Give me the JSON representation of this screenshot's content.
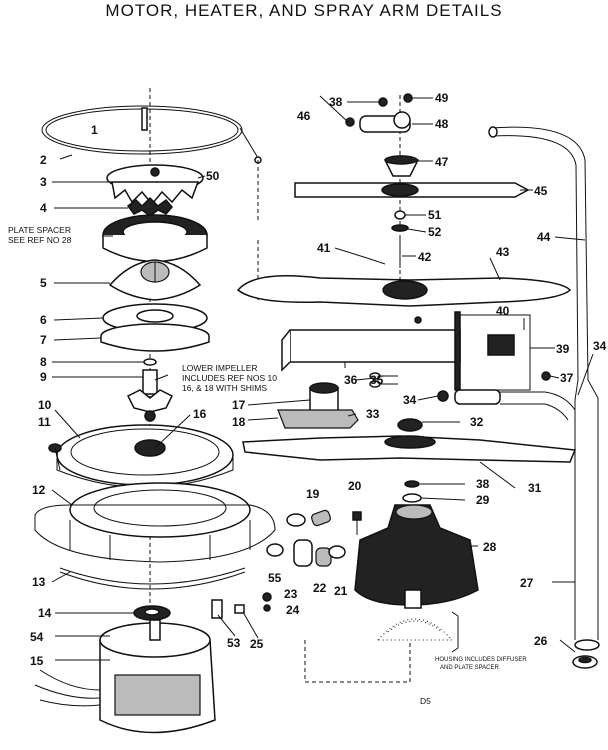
{
  "title": "MOTOR, HEATER, AND SPRAY ARM DETAILS",
  "callouts": {
    "p1": "1",
    "p2": "2",
    "p3": "3",
    "p4": "4",
    "p5": "5",
    "p6": "6",
    "p7": "7",
    "p8": "8",
    "p9": "9",
    "p10": "10",
    "p11": "11",
    "p12": "12",
    "p13": "13",
    "p14": "14",
    "p15": "15",
    "p16": "16",
    "p17": "17",
    "p18": "18",
    "p19": "19",
    "p20": "20",
    "p21": "21",
    "p22": "22",
    "p23": "23",
    "p24": "24",
    "p25": "25",
    "p26": "26",
    "p27": "27",
    "p28": "28",
    "p29": "29",
    "p31": "31",
    "p32": "32",
    "p33": "33",
    "p34a": "34",
    "p34b": "34",
    "p35": "35",
    "p36": "36",
    "p37": "37",
    "p38a": "38",
    "p38b": "38",
    "p39": "39",
    "p40": "40",
    "p41": "41",
    "p42": "42",
    "p43": "43",
    "p44": "44",
    "p45": "45",
    "p46": "46",
    "p47": "47",
    "p48": "48",
    "p49": "49",
    "p50": "50",
    "p51": "51",
    "p52": "52",
    "p53": "53",
    "p54": "54",
    "p55": "55"
  },
  "notes": {
    "plate_spacer_1": "PLATE SPACER",
    "plate_spacer_2": "SEE REF NO 28",
    "impeller_1": "LOWER IMPELLER",
    "impeller_2": "INCLUDES REF NOS 10",
    "impeller_3": "16, & 18  WITH SHIMS",
    "housing_1": "HOUSING INCLUDES DIFFUSER",
    "housing_2": "AND PLATE SPACER",
    "page_code": "D5"
  }
}
